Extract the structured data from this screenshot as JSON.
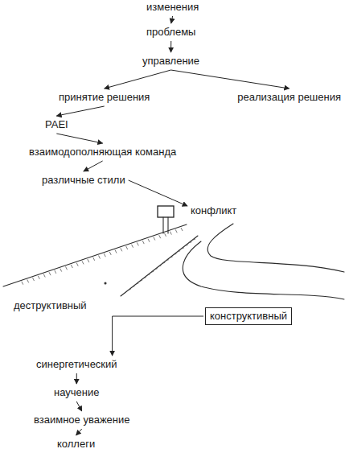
{
  "diagram": {
    "nodes": [
      {
        "text": [
          "изменения"
        ]
      },
      {
        "text": [
          "проблемы"
        ]
      },
      {
        "text": [
          "управление"
        ]
      },
      {
        "text": [
          "принятие решения"
        ]
      },
      {
        "text": [
          "реализация решения"
        ]
      },
      {
        "text": [
          "PAEI"
        ]
      },
      {
        "text": [
          "взаимодополняющая команда"
        ]
      },
      {
        "text": [
          "различные стили"
        ]
      },
      {
        "text": [
          "конфликт"
        ]
      },
      {
        "text": [
          "деструктивный"
        ]
      },
      {
        "text": [
          "конструктивный"
        ]
      },
      {
        "text": [
          "синергетический"
        ]
      },
      {
        "text": [
          "научение"
        ]
      },
      {
        "text": [
          "взаимное уважение"
        ]
      },
      {
        "text": [
          "коллеги"
        ]
      }
    ],
    "edges": [
      {
        "from": 0,
        "to": 1,
        "arrow": "to"
      },
      {
        "from": 1,
        "to": 2,
        "arrow": "to"
      },
      {
        "from": 2,
        "to": 3,
        "arrow": "to"
      },
      {
        "from": 2,
        "to": 4,
        "arrow": "to"
      },
      {
        "from": 3,
        "to": 5,
        "arrow": "to"
      },
      {
        "from": 5,
        "to": 6,
        "arrow": "to"
      },
      {
        "from": 6,
        "to": 7,
        "arrow": "to"
      },
      {
        "from": 7,
        "to": 8,
        "arrow": "to"
      },
      {
        "from": 10,
        "to": 11,
        "arrow": "to"
      },
      {
        "from": 11,
        "to": 12,
        "arrow": "to"
      },
      {
        "from": 12,
        "to": 13,
        "arrow": "to"
      },
      {
        "from": 13,
        "to": 14,
        "arrow": "to"
      }
    ]
  }
}
